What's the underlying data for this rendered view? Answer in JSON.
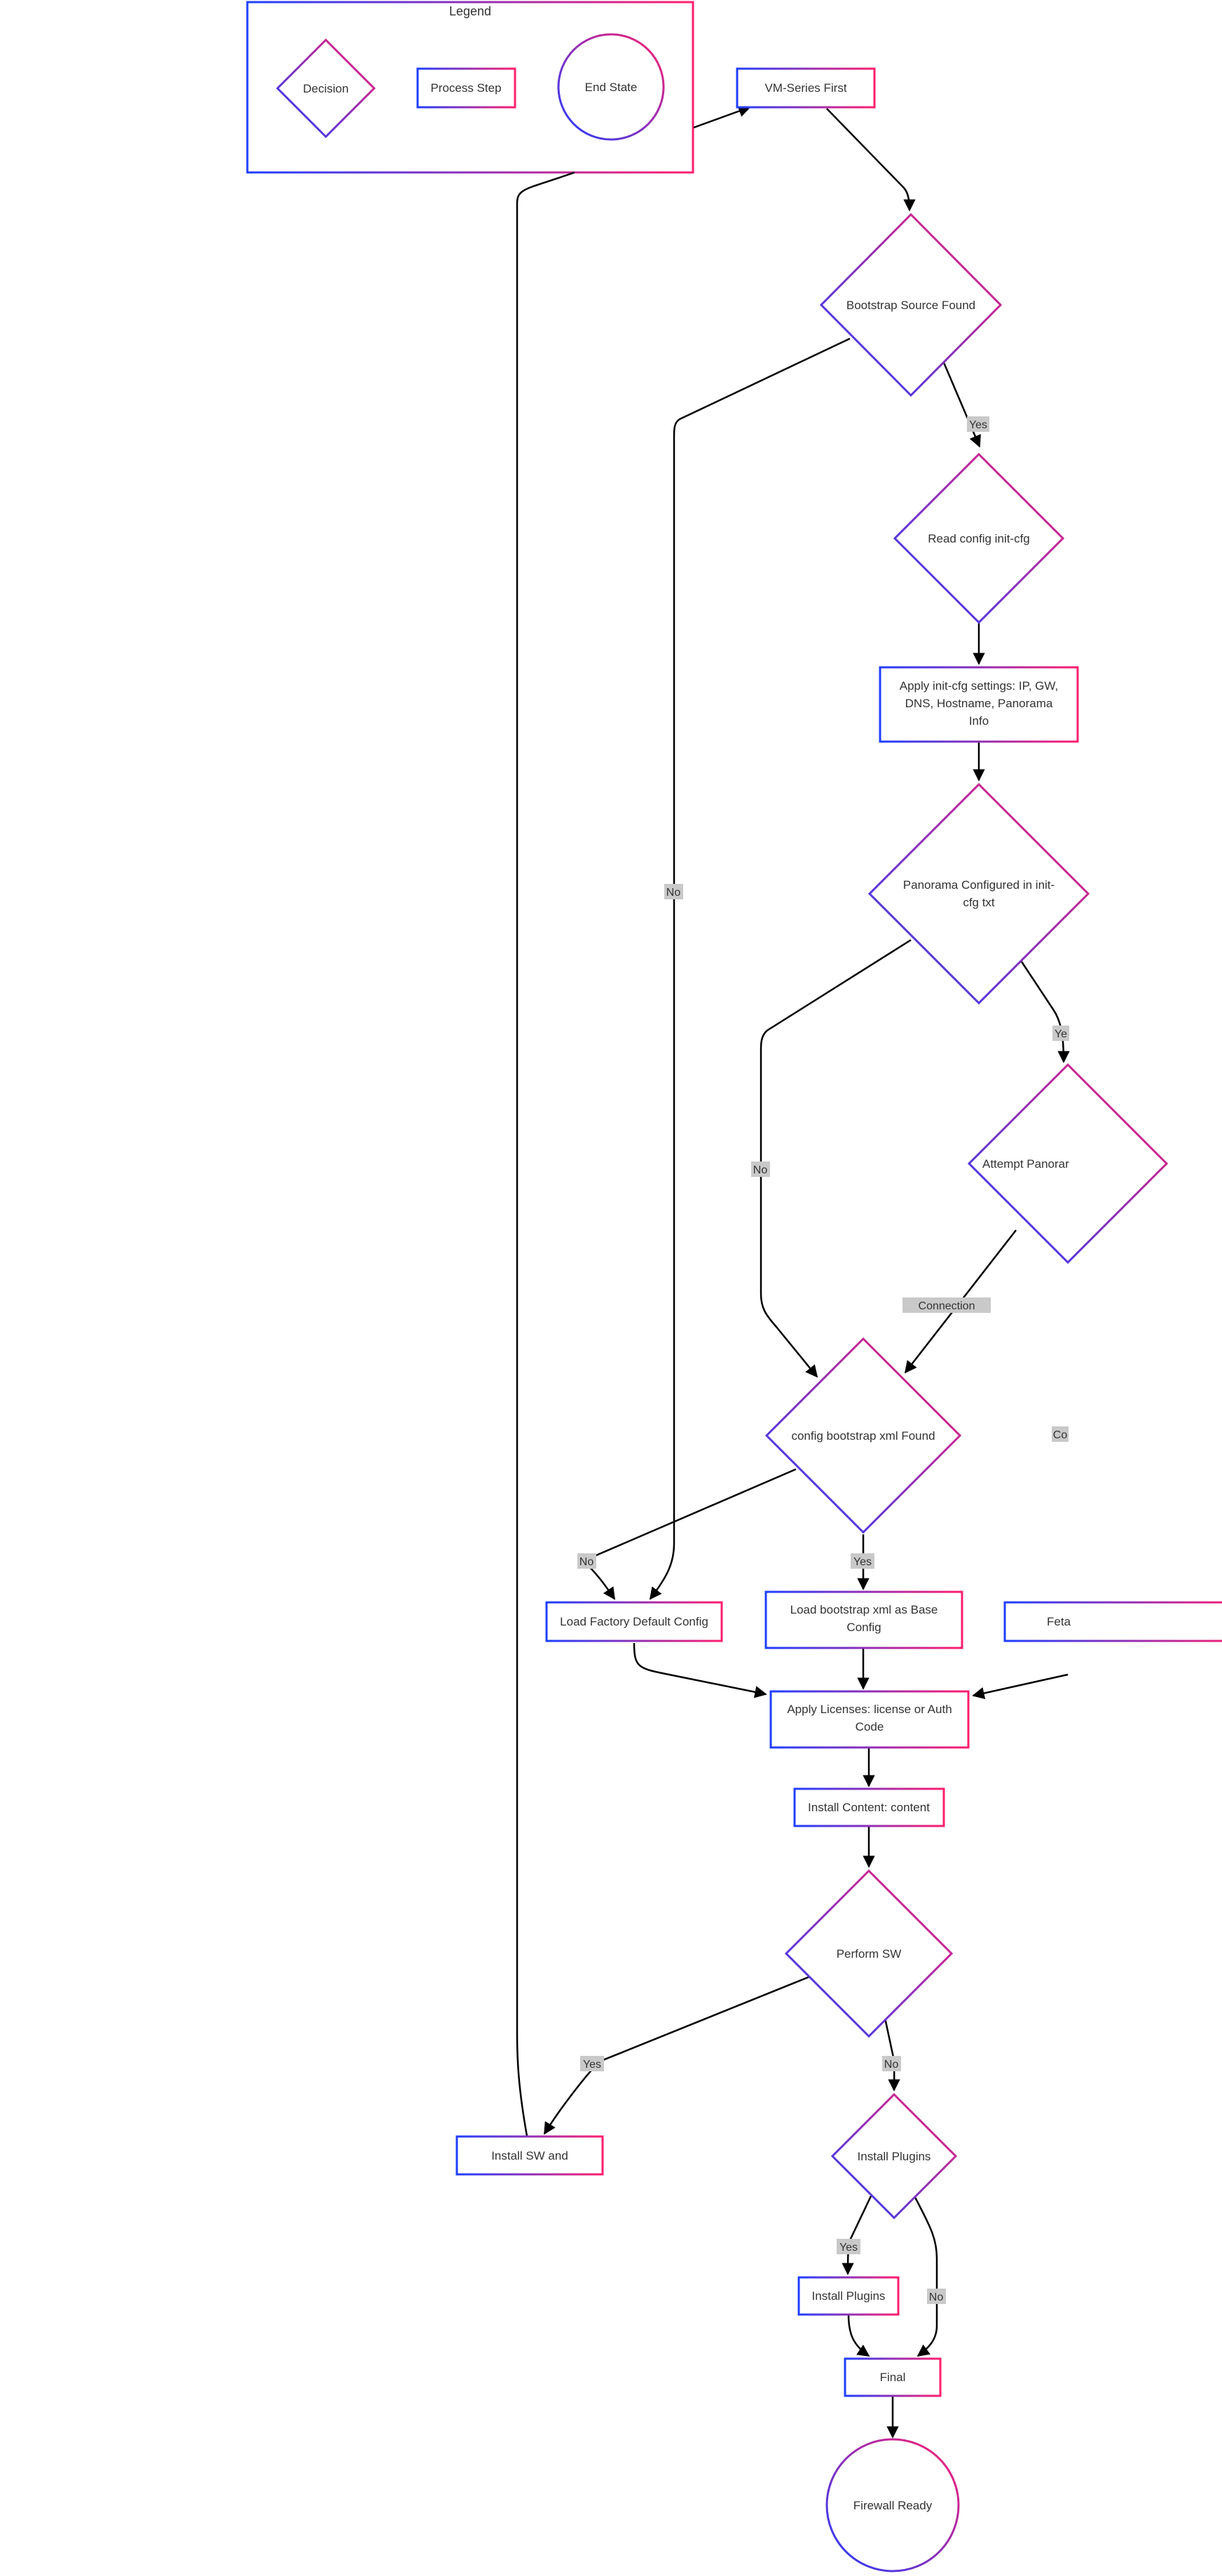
{
  "colors": {
    "gradient_start": "#1f3fff",
    "gradient_end": "#ff1f6e",
    "edge": "#000000",
    "label_bg": "#c9c9c9",
    "text": "#333333"
  },
  "legend": {
    "title": "Legend",
    "decision": "Decision",
    "process": "Process Step",
    "end": "End State"
  },
  "nodes": {
    "vm_series_first": "VM-Series First",
    "bootstrap_source_found": "Bootstrap Source Found",
    "read_config": "Read config init-cfg",
    "apply_init_cfg": [
      "Apply init-cfg settings: IP, GW,",
      "DNS, Hostname, Panorama",
      "Info"
    ],
    "panorama_configured": [
      "Panorama Configured in init-",
      "cfg txt"
    ],
    "attempt_panorama": "Attempt Panorar",
    "config_bootstrap_found": "config bootstrap xml Found",
    "load_factory_default": "Load Factory Default Config",
    "load_bootstrap_xml": [
      "Load bootstrap xml as Base",
      "Config"
    ],
    "fetch_partial": "Feta",
    "apply_licenses": [
      "Apply Licenses: license or Auth",
      "Code"
    ],
    "install_content": "Install Content: content",
    "perform_sw": "Perform SW",
    "install_sw_and": "Install SW and",
    "install_plugins_decision": "Install Plugins",
    "install_plugins": "Install Plugins",
    "final": "Final",
    "firewall_ready": "Firewall Ready"
  },
  "edge_labels": {
    "bootstrap_yes": "Yes",
    "bootstrap_no": "No",
    "panorama_yes": "Ye",
    "panorama_no": "No",
    "connection": "Connection",
    "partial_co": "Co",
    "config_no": "No",
    "config_yes": "Yes",
    "perform_yes": "Yes",
    "perform_no": "No",
    "plugins_yes": "Yes",
    "plugins_no": "No"
  }
}
